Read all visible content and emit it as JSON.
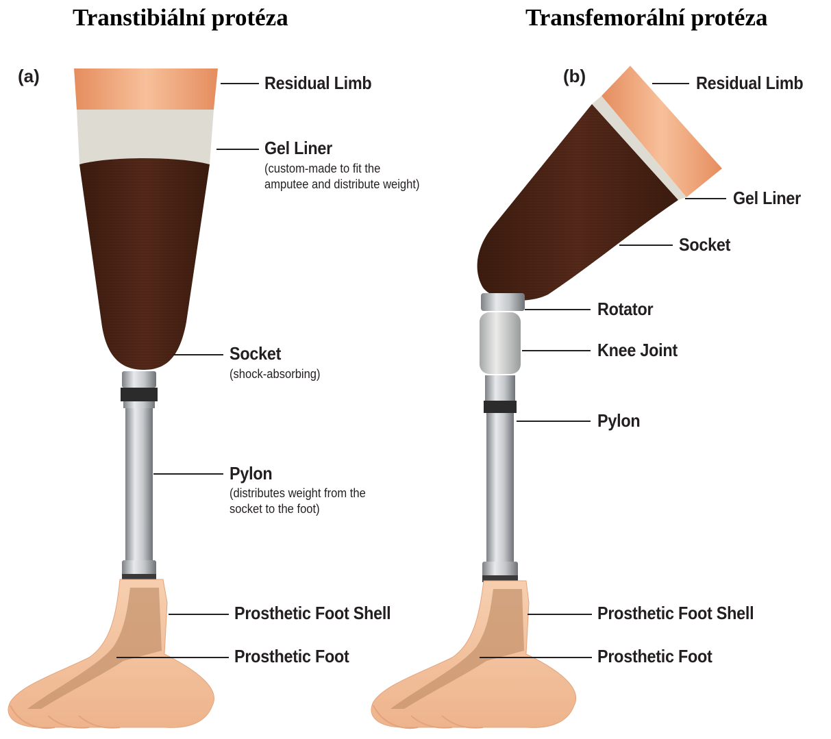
{
  "titles": {
    "left": "Transtibiální protéza",
    "right": "Transfemorální protéza"
  },
  "panels": {
    "a": {
      "letter": "(a)",
      "labels": {
        "residual_limb": "Residual Limb",
        "gel_liner": "Gel Liner",
        "gel_liner_note_1": "(custom-made to fit the",
        "gel_liner_note_2": "amputee and distribute weight)",
        "socket": "Socket",
        "socket_note": "(shock-absorbing)",
        "pylon": "Pylon",
        "pylon_note_1": "(distributes weight from the",
        "pylon_note_2": "socket to the foot)",
        "foot_shell": "Prosthetic Foot Shell",
        "foot": "Prosthetic Foot"
      }
    },
    "b": {
      "letter": "(b)",
      "labels": {
        "residual_limb": "Residual Limb",
        "gel_liner": "Gel Liner",
        "socket": "Socket",
        "rotator": "Rotator",
        "knee_joint": "Knee Joint",
        "pylon": "Pylon",
        "foot_shell": "Prosthetic Foot Shell",
        "foot": "Prosthetic Foot"
      }
    }
  },
  "colors": {
    "skin": "#f0a97e",
    "skin_light": "#f8c9a6",
    "liner": "#dedcd2",
    "socket": "#4a2414",
    "metal": "#b9bcbf",
    "foot_shell": "#f3c7a5",
    "foot_core": "#c4956e",
    "leader": "#231f20"
  }
}
